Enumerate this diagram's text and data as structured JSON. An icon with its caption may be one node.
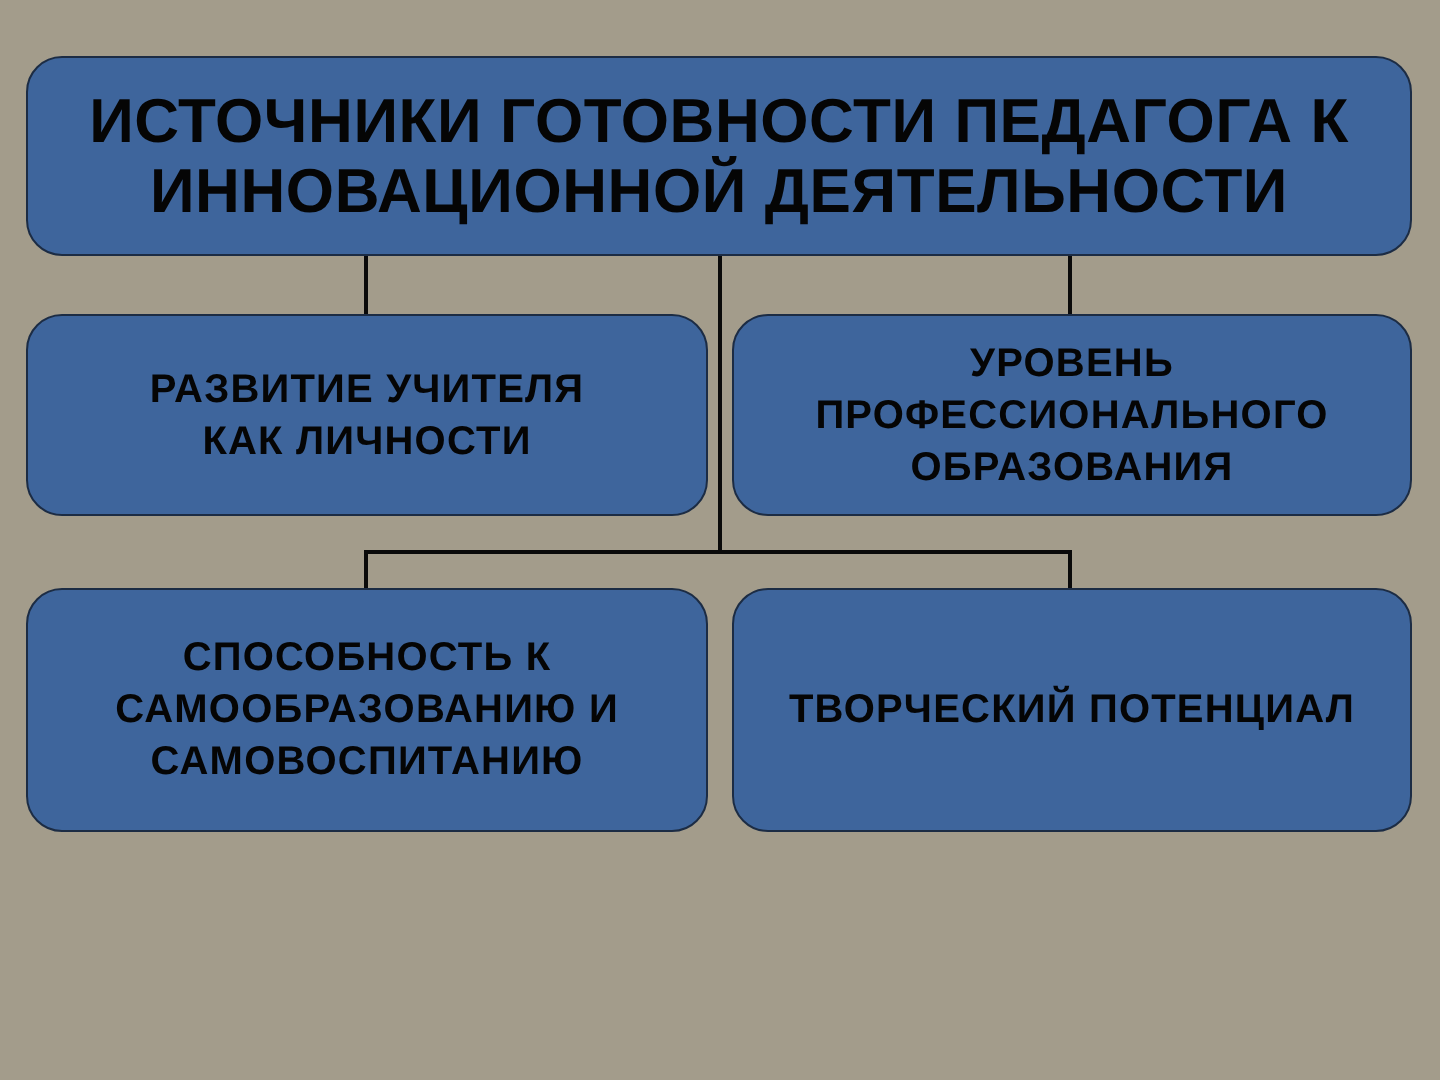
{
  "diagram": {
    "nodes": [
      {
        "text": [
          "ИСТОЧНИКИ ГОТОВНОСТИ ПЕДАГОГА К ИННОВАЦИОННОЙ ДЕЯТЕЛЬНОСТИ"
        ]
      },
      {
        "text": [
          "РАЗВИТИЕ УЧИТЕЛЯ КАК ЛИЧНОСТИ"
        ]
      },
      {
        "text": [
          "УРОВЕНЬ ПРОФЕССИОНАЛЬНОГО ОБРАЗОВАНИЯ"
        ]
      },
      {
        "text": [
          "СПОСОБНОСТЬ К САМООБРАЗОВАНИЮ И САМОВОСПИТАНИЮ"
        ]
      },
      {
        "text": [
          "ТВОРЧЕСКИЙ ПОТЕНЦИАЛ"
        ]
      }
    ],
    "edges": [
      {
        "from": 0,
        "to": 1,
        "arrow": "none"
      },
      {
        "from": 0,
        "to": 2,
        "arrow": "none"
      },
      {
        "from": 0,
        "to": 3,
        "arrow": "none"
      },
      {
        "from": 0,
        "to": 4,
        "arrow": "none"
      }
    ]
  }
}
